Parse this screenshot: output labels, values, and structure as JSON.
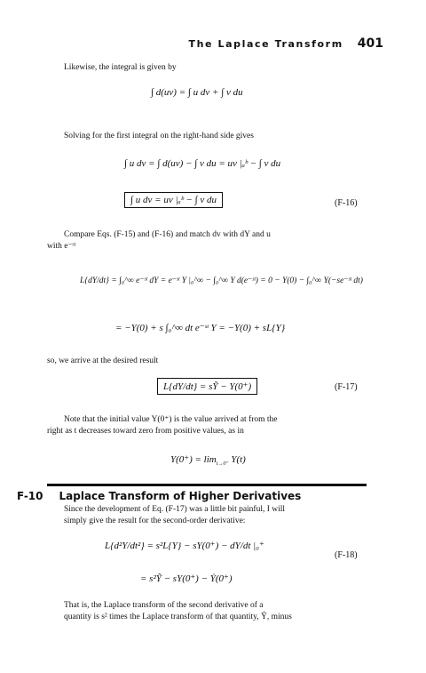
{
  "header": {
    "title": "The Laplace Transform",
    "page_number": "401"
  },
  "paragraphs": {
    "p1": "Likewise, the integral is given by",
    "p2": "Solving for the first integral on the right-hand side gives",
    "p3_line1": "Compare Eqs. (F-15) and (F-16) and match dv with dY and u",
    "p3_line2": "with e⁻ˢᵗ",
    "p4": "so, we arrive at the desired result",
    "p5_line1": "Note that the initial value Y(0⁺) is the value arrived at from the",
    "p5_line2": "right as t decreases toward zero from positive values, as in",
    "p6_line1": "Since the development of Eq. (F-17) was a little bit painful, I will",
    "p6_line2": "simply give the result for the second-order derivative:",
    "p7_line1": "That is, the Laplace transform of the second derivative of a",
    "p7_line2": "quantity is s² times the Laplace transform of that quantity, Ỹ, minus"
  },
  "equations": {
    "eq1": "∫ d(uv) = ∫ u dv + ∫ v du",
    "eq2": "∫ u dv = ∫ d(uv) − ∫ v du = uv |ₐᵇ − ∫ v du",
    "eq3": "∫ u dv = uv |ₐᵇ − ∫ v du",
    "eq4": "L{dY/dt} = ∫₀^∞ e⁻ˢᵗ dY = e⁻ˢᵗ Y |₀^∞ − ∫₀^∞ Y d(e⁻ˢᵗ) = 0 − Y(0) − ∫₀^∞ Y(−se⁻ˢᵗ dt)",
    "eq5": "= −Y(0) + s ∫₀^∞ dt e⁻ˢᵗ Y = −Y(0) + sL{Y}",
    "eq6": "L{dY/dt} = sỸ − Y(0⁺)",
    "eq7_main": "Y(0⁺) = lim",
    "eq7_sub": "t→0⁺",
    "eq7_tail": "Y(t)",
    "eq8": "L{d²Y/dt²} = s²L{Y} − sY(0⁺) − dY/dt |₀⁺",
    "eq9": "= s²Ỹ − sY(0⁺) − Ẏ(0⁺)"
  },
  "equation_numbers": {
    "n16": "(F-16)",
    "n17": "(F-17)",
    "n18": "(F-18)"
  },
  "section": {
    "number": "F-10",
    "title": "Laplace Transform of Higher Derivatives"
  }
}
